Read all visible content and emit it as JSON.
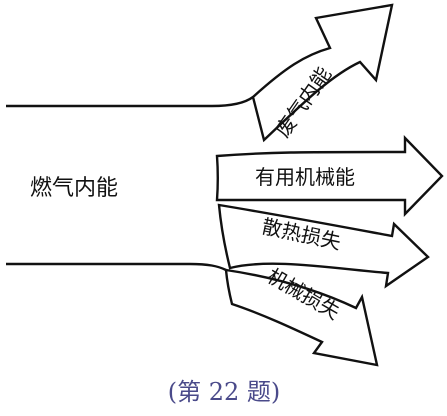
{
  "source_label": "燃气内能",
  "outputs": [
    {
      "key": "exhaust",
      "label": "废气内能"
    },
    {
      "key": "useful",
      "label": "有用机械能"
    },
    {
      "key": "heat",
      "label": "散热损失"
    },
    {
      "key": "mechanical",
      "label": "机械损失"
    }
  ],
  "caption": "(第 22 题)"
}
